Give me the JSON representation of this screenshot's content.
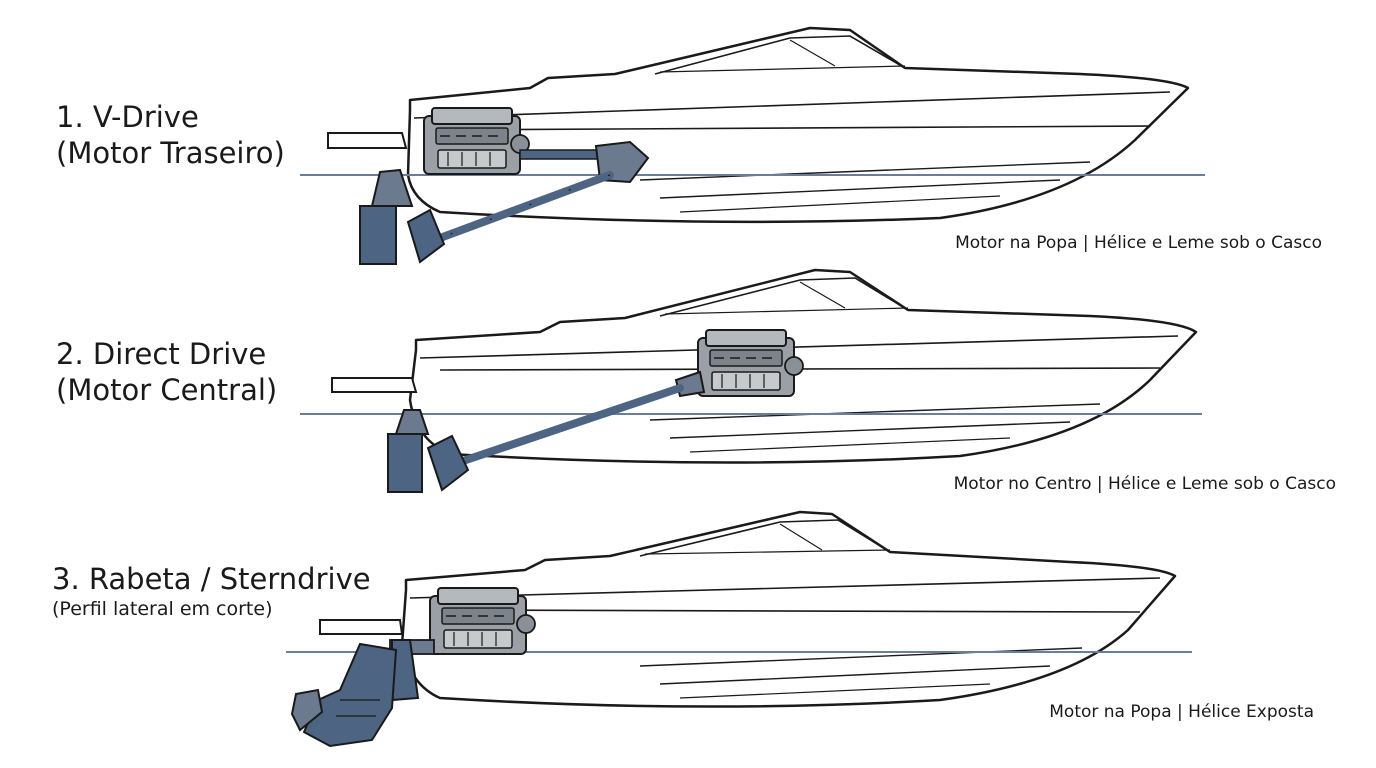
{
  "sections": [
    {
      "title_line1": "1. V-Drive",
      "title_line2": "(Motor Traseiro)",
      "caption": "Motor na Popa | Hélice e Leme sob o Casco"
    },
    {
      "title_line1": "2. Direct Drive",
      "title_line2": "(Motor Central)",
      "caption": "Motor no Centro | Hélice e Leme sob o Casco"
    },
    {
      "title_line1": "3. Rabeta / Sterndrive",
      "subtitle": "(Perfil lateral em corte)",
      "caption": "Motor na Popa | Hélice Exposta"
    }
  ],
  "colors": {
    "outline": "#1a1a1a",
    "waterline": "#6a7e97",
    "engine": "#9aa0a6",
    "engine_dark": "#6b7077",
    "drivetrain": "#4d6482"
  }
}
